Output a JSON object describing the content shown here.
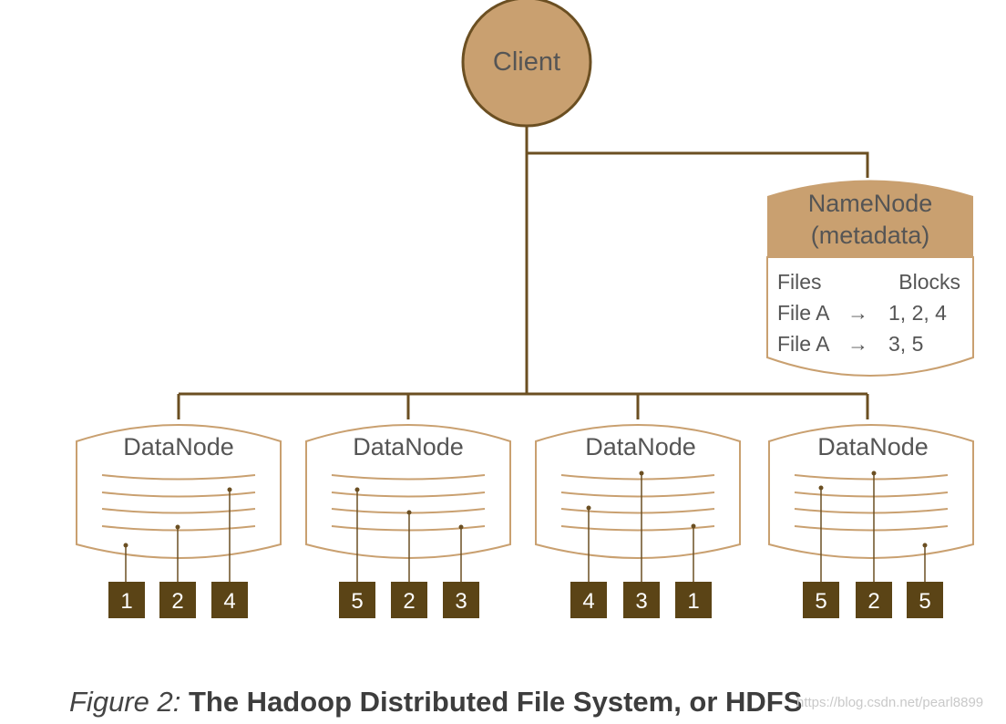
{
  "client": {
    "label": "Client"
  },
  "namenode": {
    "title_line1": "NameNode",
    "title_line2": "(metadata)",
    "col_files": "Files",
    "col_blocks": "Blocks",
    "rows": [
      {
        "file": "File A",
        "arrow": "→",
        "blocks": "1, 2, 4"
      },
      {
        "file": "File A",
        "arrow": "→",
        "blocks": "3, 5"
      }
    ]
  },
  "datanodes": [
    {
      "label": "DataNode",
      "blocks": [
        "1",
        "2",
        "4"
      ]
    },
    {
      "label": "DataNode",
      "blocks": [
        "5",
        "2",
        "3"
      ]
    },
    {
      "label": "DataNode",
      "blocks": [
        "4",
        "3",
        "1"
      ]
    },
    {
      "label": "DataNode",
      "blocks": [
        "5",
        "2",
        "5"
      ]
    }
  ],
  "caption": {
    "lead": "Figure 2:",
    "rest": " The Hadoop Distributed File System, or HDFS"
  },
  "watermark": "https://blog.csdn.net/pearl8899",
  "colors": {
    "line": "#6b4f22",
    "client_fill": "#c9a070",
    "namenode_header": "#c9a070",
    "block_fill": "#5b4416",
    "outline": "#c9a070",
    "text": "#555555"
  }
}
